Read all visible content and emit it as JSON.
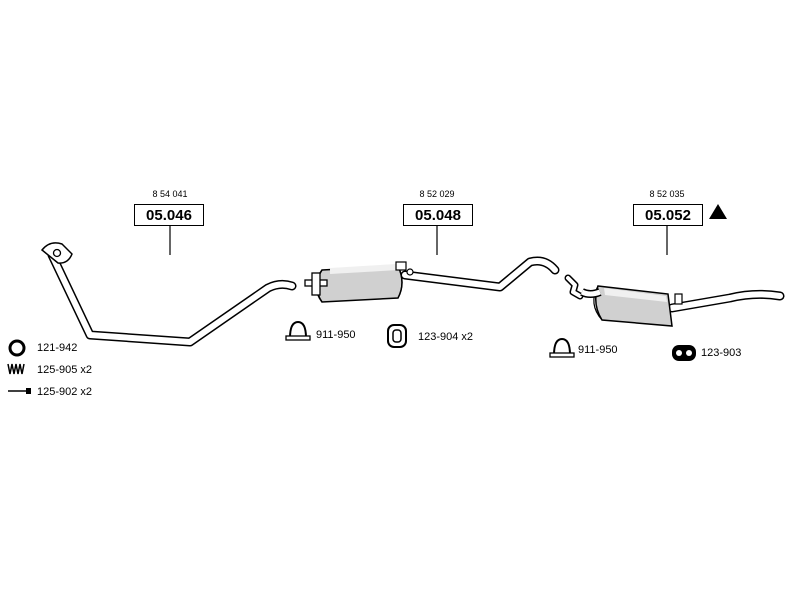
{
  "assemblies": [
    {
      "ref": "8 54 041",
      "code": "05.046"
    },
    {
      "ref": "8 52 029",
      "code": "05.048"
    },
    {
      "ref": "8 52 035",
      "code": "05.052"
    }
  ],
  "parts": [
    {
      "code": "121-942",
      "icon": "ring-gasket-icon"
    },
    {
      "code": "125-905 x2",
      "icon": "spring-icon"
    },
    {
      "code": "125-902 x2",
      "icon": "bolt-icon"
    },
    {
      "code": "911-950",
      "icon": "u-clamp-icon"
    },
    {
      "code": "123-904 x2",
      "icon": "rubber-mount-icon"
    },
    {
      "code": "911-950",
      "icon": "u-clamp-icon"
    },
    {
      "code": "123-903",
      "icon": "rubber-hanger-icon"
    }
  ],
  "marker": {
    "icon": "warning-triangle-icon",
    "color": "#000000"
  },
  "colors": {
    "line": "#000000",
    "pipe_fill": "#ffffff",
    "muffler_fill": "#d0d0d0"
  }
}
